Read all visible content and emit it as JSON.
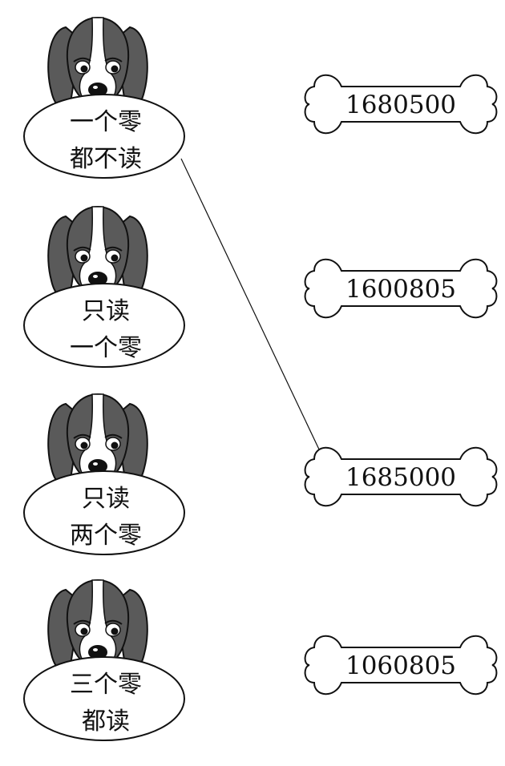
{
  "dogs": [
    {
      "line1": "一个零",
      "line2": "都不读"
    },
    {
      "line1": "只读",
      "line2": "一个零"
    },
    {
      "line1": "只读",
      "line2": "两个零"
    },
    {
      "line1": "三个零",
      "line2": "都读"
    }
  ],
  "bones": [
    {
      "number": "1680500"
    },
    {
      "number": "1600805"
    },
    {
      "number": "1685000"
    },
    {
      "number": "1060805"
    }
  ],
  "connections": [
    {
      "from_dog": 0,
      "to_bone": 2
    }
  ],
  "colors": {
    "ink": "#111111",
    "fur": "#5a5a5a",
    "paper": "#ffffff"
  }
}
